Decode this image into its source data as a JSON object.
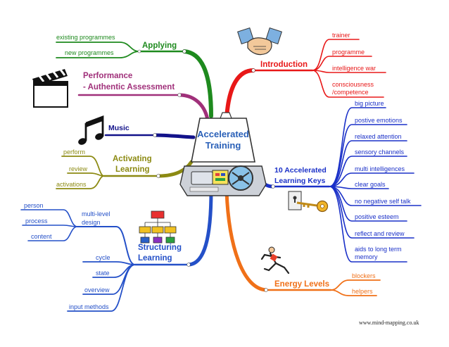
{
  "colors": {
    "applying": "#1e8a1e",
    "performance": "#a0307a",
    "music": "#12128a",
    "activating": "#8c8a12",
    "structuring": "#2450c8",
    "energy": "#f07018",
    "keys": "#1a30c8",
    "introduction": "#e81818",
    "center_text": "#2a60b8"
  },
  "center": {
    "line1": "Accelerated",
    "line2": "Training"
  },
  "branches": {
    "applying": {
      "label": "Applying",
      "children": [
        "existing programmes",
        "new programmes"
      ]
    },
    "performance": {
      "line1": "Performance",
      "line2": "- Authentic Assessment"
    },
    "music": {
      "label": "Music"
    },
    "activating": {
      "line1": "Activating",
      "line2": "Learning",
      "children": [
        "perform",
        "review",
        "activations"
      ]
    },
    "structuring": {
      "line1": "Structuring",
      "line2": "Learning",
      "multilevel": {
        "line1": "multi-level",
        "line2": "design",
        "children": [
          "person",
          "process",
          "content"
        ]
      },
      "children": [
        "cycle",
        "state",
        "overview",
        "input methods"
      ]
    },
    "energy": {
      "label": "Energy Levels",
      "children": [
        "blockers",
        "helpers"
      ]
    },
    "keys": {
      "line1": "10 Accelerated",
      "line2": "Learning Keys",
      "children": [
        "big picture",
        "postive emotions",
        "relaxed attention",
        "sensory channels",
        "multi intelligences",
        "clear goals",
        "no negative self talk",
        "positive esteem",
        "reflect and review",
        "aids to long term memory"
      ]
    },
    "introduction": {
      "label": "Introduction",
      "children": [
        "trainer",
        "programme",
        "intelligence war",
        "consciousness /competence"
      ]
    }
  },
  "credit": "www.mind-mapping.co.uk",
  "icons": [
    "handshake-icon",
    "clapperboard-icon",
    "music-notes-icon",
    "flowchart-icon",
    "runner-icon",
    "key-icon",
    "dashboard-icon"
  ]
}
